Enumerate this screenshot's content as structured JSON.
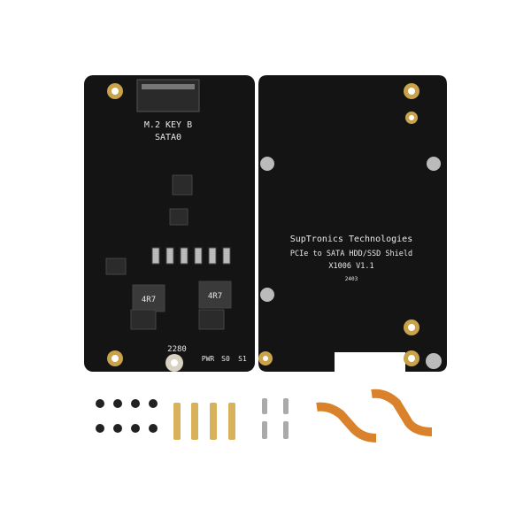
{
  "left_board": {
    "slot_label": "M.2 KEY B",
    "port_label": "SATA0",
    "size_label": "2280",
    "led_labels": [
      "PWR",
      "S0",
      "S1"
    ],
    "inductor_labels": [
      "4R7",
      "4R7"
    ]
  },
  "right_board": {
    "brand": "SupTronics Technologies",
    "product": "PCIe to SATA HDD/SSD Shield",
    "model": "X1006 V1.1",
    "date_code": "2403"
  },
  "colors": {
    "pcb": "#141414",
    "gold": "#c9a24a",
    "flex_cable": "#d9822b"
  }
}
